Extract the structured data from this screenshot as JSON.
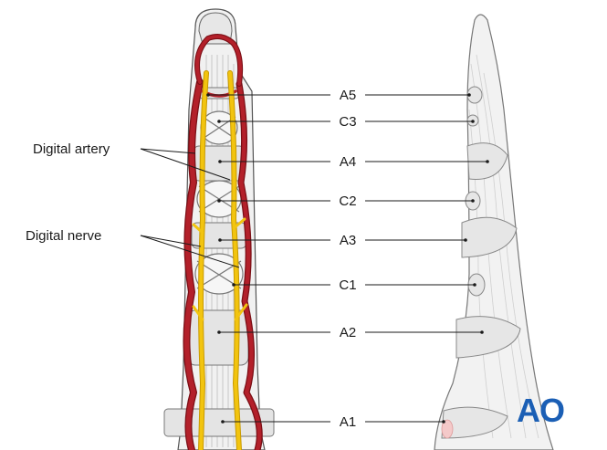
{
  "labels": {
    "digital_artery": "Digital artery",
    "digital_nerve": "Digital nerve",
    "pulleys": [
      "A5",
      "C3",
      "A4",
      "C2",
      "A3",
      "C1",
      "A2",
      "A1"
    ]
  },
  "logo": {
    "text": "AO",
    "color": "#1b5fb5"
  },
  "colors": {
    "artery": "#b3202a",
    "nerve": "#f2c40f",
    "outline": "#555555"
  }
}
